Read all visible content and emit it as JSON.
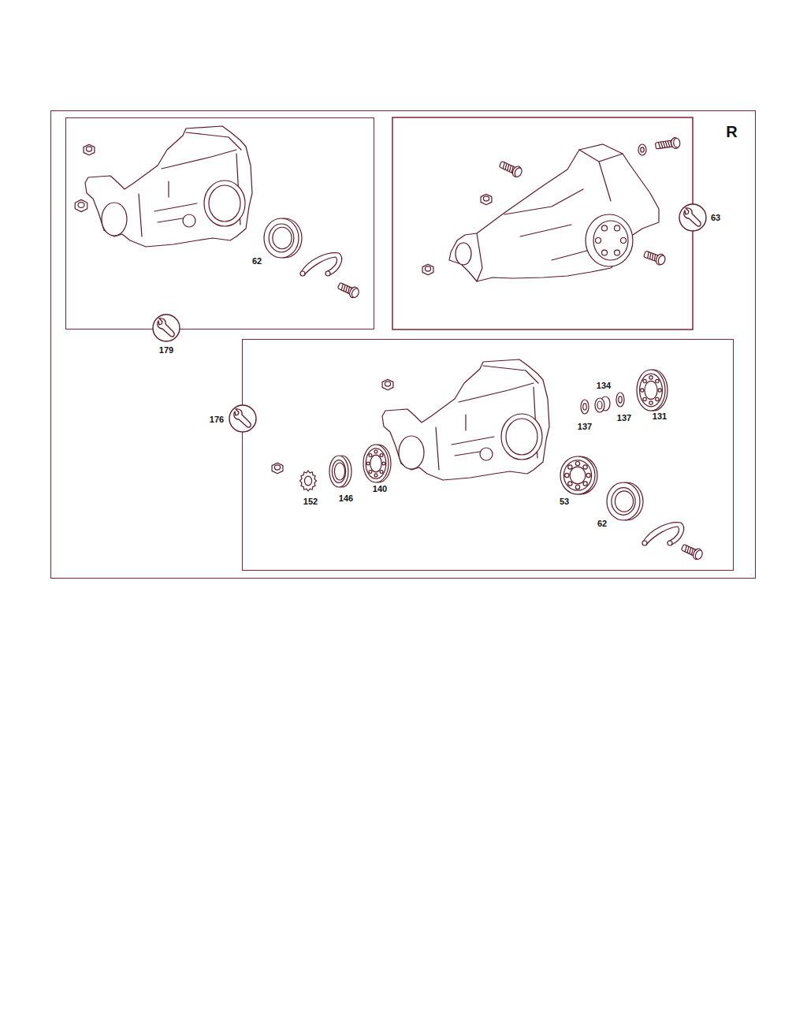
{
  "diagram": {
    "nodes": [
      {
        "text": [
          "R"
        ]
      },
      {
        "text": [
          "62"
        ],
        "in": 0
      },
      {
        "text": [
          "134",
          "137",
          "137",
          "131",
          "152",
          "146",
          "140",
          "53",
          "62"
        ],
        "in": 0
      }
    ],
    "labels": [
      "179",
      "63",
      "176"
    ]
  }
}
